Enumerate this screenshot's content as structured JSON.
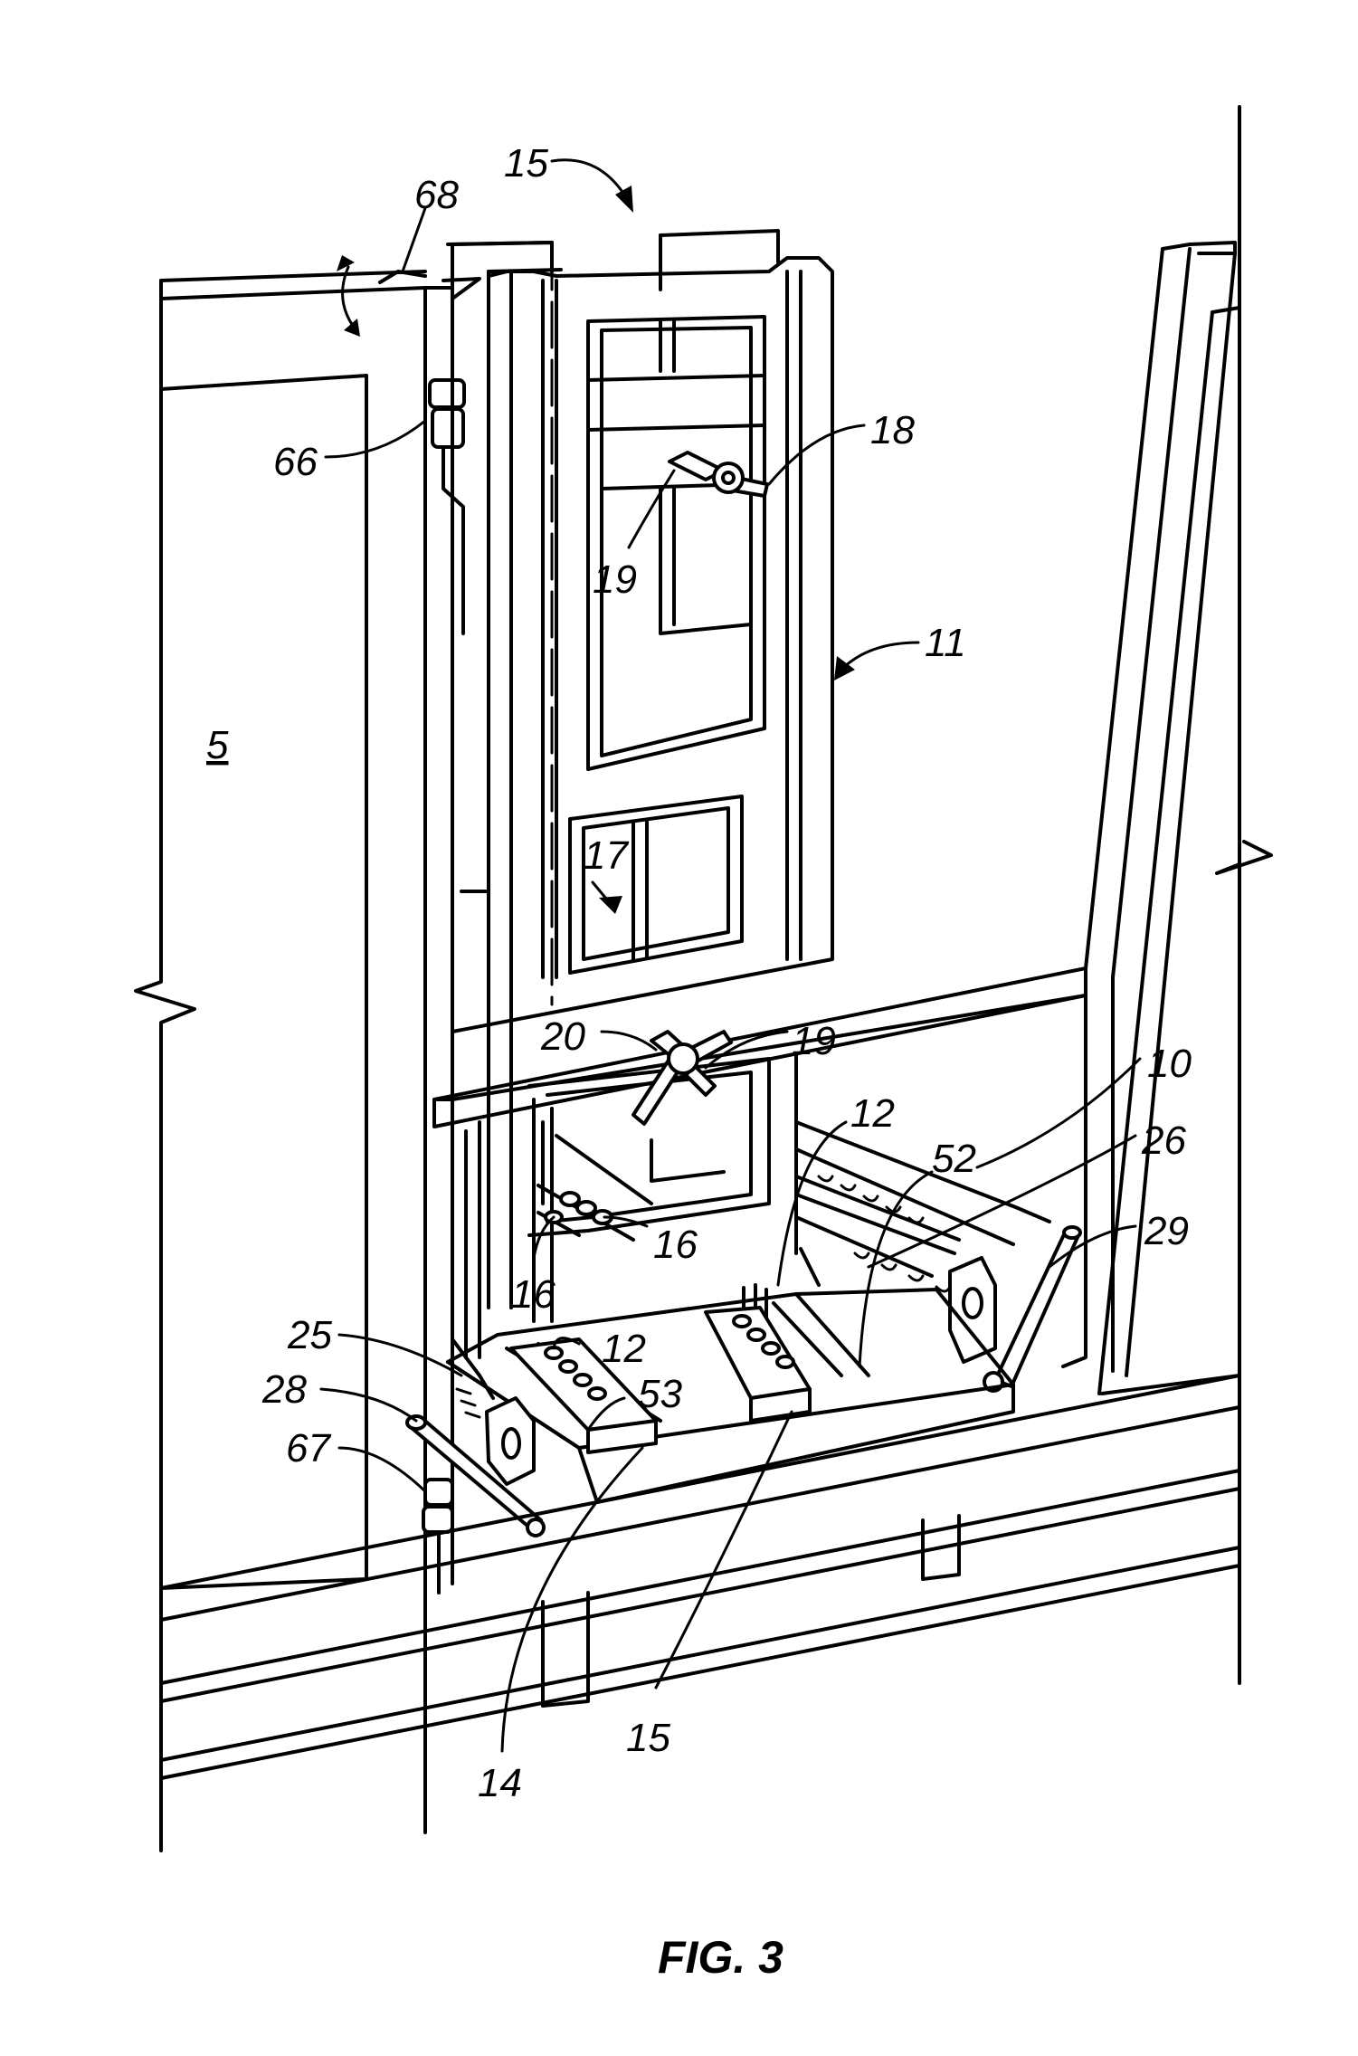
{
  "figure": {
    "caption": "FIG. 3",
    "labels": [
      {
        "id": "5",
        "text": "5",
        "underline": true
      },
      {
        "id": "10",
        "text": "10"
      },
      {
        "id": "11",
        "text": "11"
      },
      {
        "id": "12a",
        "text": "12"
      },
      {
        "id": "12b",
        "text": "12"
      },
      {
        "id": "14",
        "text": "14"
      },
      {
        "id": "15",
        "text": "15"
      },
      {
        "id": "16a",
        "text": "16"
      },
      {
        "id": "16b",
        "text": "16"
      },
      {
        "id": "17",
        "text": "17"
      },
      {
        "id": "18",
        "text": "18"
      },
      {
        "id": "19a",
        "text": "19"
      },
      {
        "id": "19b",
        "text": "19"
      },
      {
        "id": "20a",
        "text": "20"
      },
      {
        "id": "20b",
        "text": "20"
      },
      {
        "id": "25",
        "text": "25"
      },
      {
        "id": "26",
        "text": "26"
      },
      {
        "id": "28",
        "text": "28"
      },
      {
        "id": "29",
        "text": "29"
      },
      {
        "id": "52",
        "text": "52"
      },
      {
        "id": "53",
        "text": "53"
      },
      {
        "id": "66",
        "text": "66"
      },
      {
        "id": "67",
        "text": "67"
      },
      {
        "id": "68",
        "text": "68"
      }
    ]
  }
}
